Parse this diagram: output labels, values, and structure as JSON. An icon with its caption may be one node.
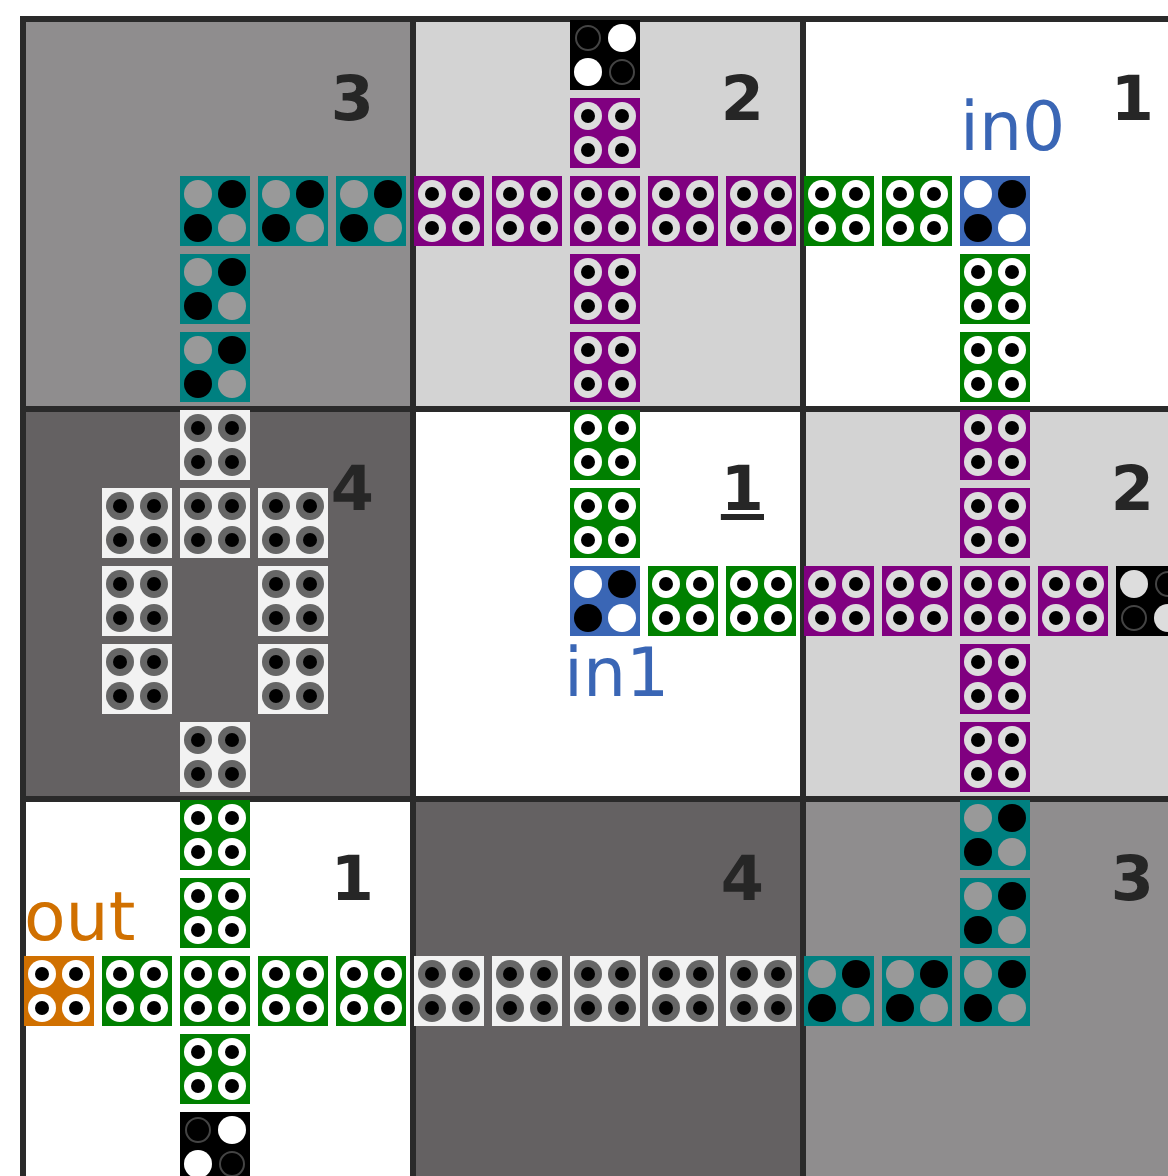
{
  "diagram": {
    "nodes": [
      {
        "text": [
          "3"
        ]
      },
      {
        "text": [
          "2"
        ]
      },
      {
        "text": [
          "1"
        ]
      },
      {
        "text": [
          "4"
        ]
      },
      {
        "text": [
          "1"
        ]
      },
      {
        "text": [
          "2"
        ]
      },
      {
        "text": [
          "1"
        ]
      },
      {
        "text": [
          "4"
        ]
      },
      {
        "text": [
          "3"
        ]
      }
    ],
    "labels": [
      "in0",
      "in1",
      "out"
    ]
  }
}
